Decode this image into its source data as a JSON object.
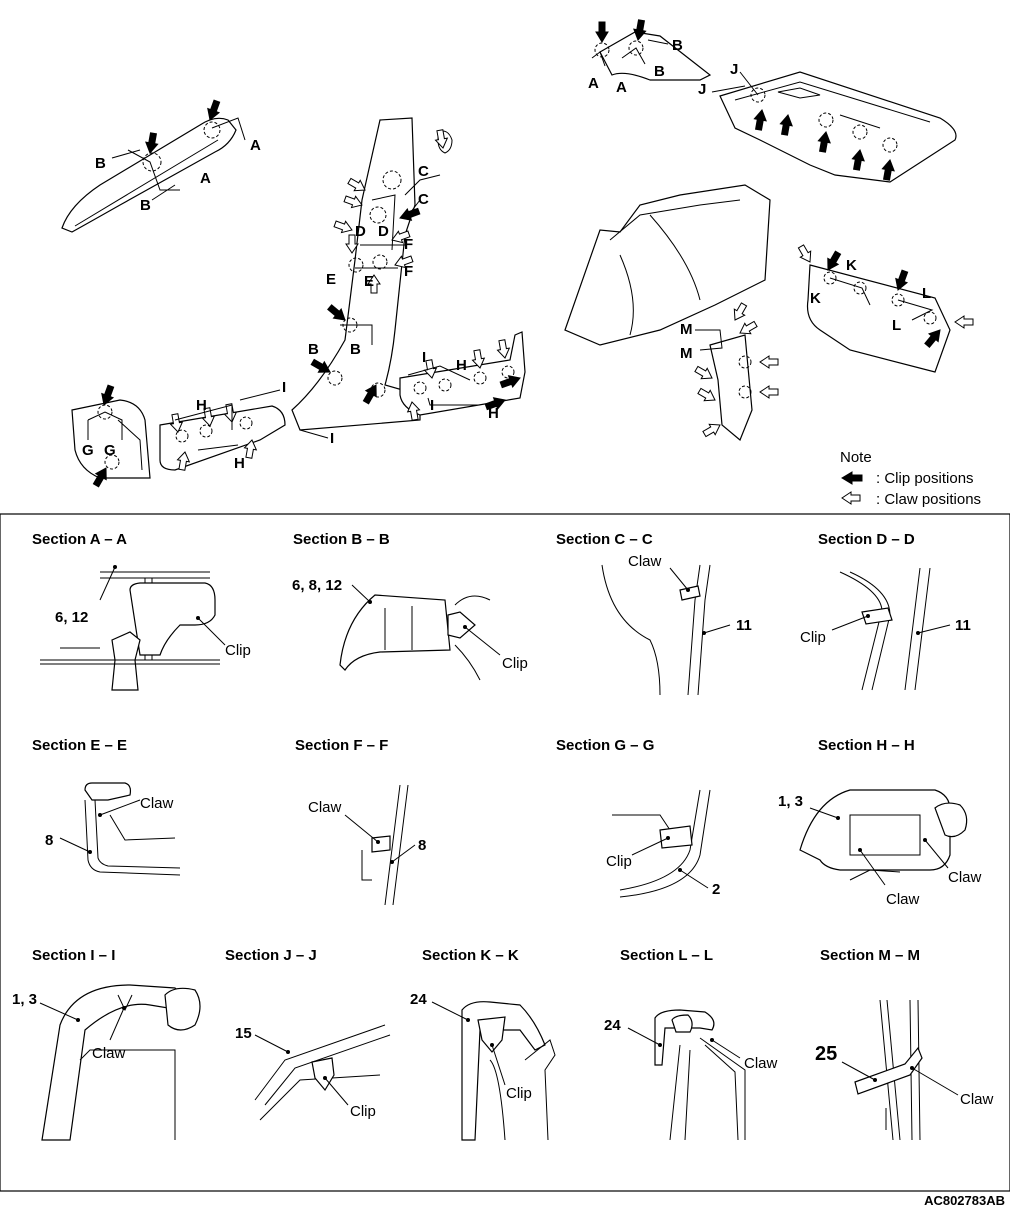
{
  "figure_code": "AC802783AB",
  "note": {
    "title": "Note",
    "clip": ": Clip positions",
    "claw": ": Claw positions"
  },
  "section_labels": {
    "a": "A",
    "b": "B",
    "c": "C",
    "d": "D",
    "e": "E",
    "f": "F",
    "g": "G",
    "h": "H",
    "i": "I",
    "j": "J",
    "k": "K",
    "l": "L",
    "m": "M"
  },
  "sections": [
    {
      "title": "Section A – A",
      "callouts": [
        "6, 12",
        "Clip"
      ]
    },
    {
      "title": "Section B – B",
      "callouts": [
        "6, 8, 12",
        "Clip"
      ]
    },
    {
      "title": "Section C – C",
      "callouts": [
        "Claw",
        "11"
      ]
    },
    {
      "title": "Section D – D",
      "callouts": [
        "Clip",
        "11"
      ]
    },
    {
      "title": "Section E – E",
      "callouts": [
        "Claw",
        "8"
      ]
    },
    {
      "title": "Section F – F",
      "callouts": [
        "Claw",
        "8"
      ]
    },
    {
      "title": "Section G – G",
      "callouts": [
        "Clip",
        "2"
      ]
    },
    {
      "title": "Section H – H",
      "callouts": [
        "1, 3",
        "Claw",
        "Claw"
      ]
    },
    {
      "title": "Section I – I",
      "callouts": [
        "1, 3",
        "Claw"
      ]
    },
    {
      "title": "Section J – J",
      "callouts": [
        "15",
        "Clip"
      ]
    },
    {
      "title": "Section K – K",
      "callouts": [
        "24",
        "Clip"
      ]
    },
    {
      "title": "Section L – L",
      "callouts": [
        "24",
        "Claw"
      ]
    },
    {
      "title": "Section M – M",
      "callouts": [
        "25",
        "Claw"
      ]
    }
  ]
}
